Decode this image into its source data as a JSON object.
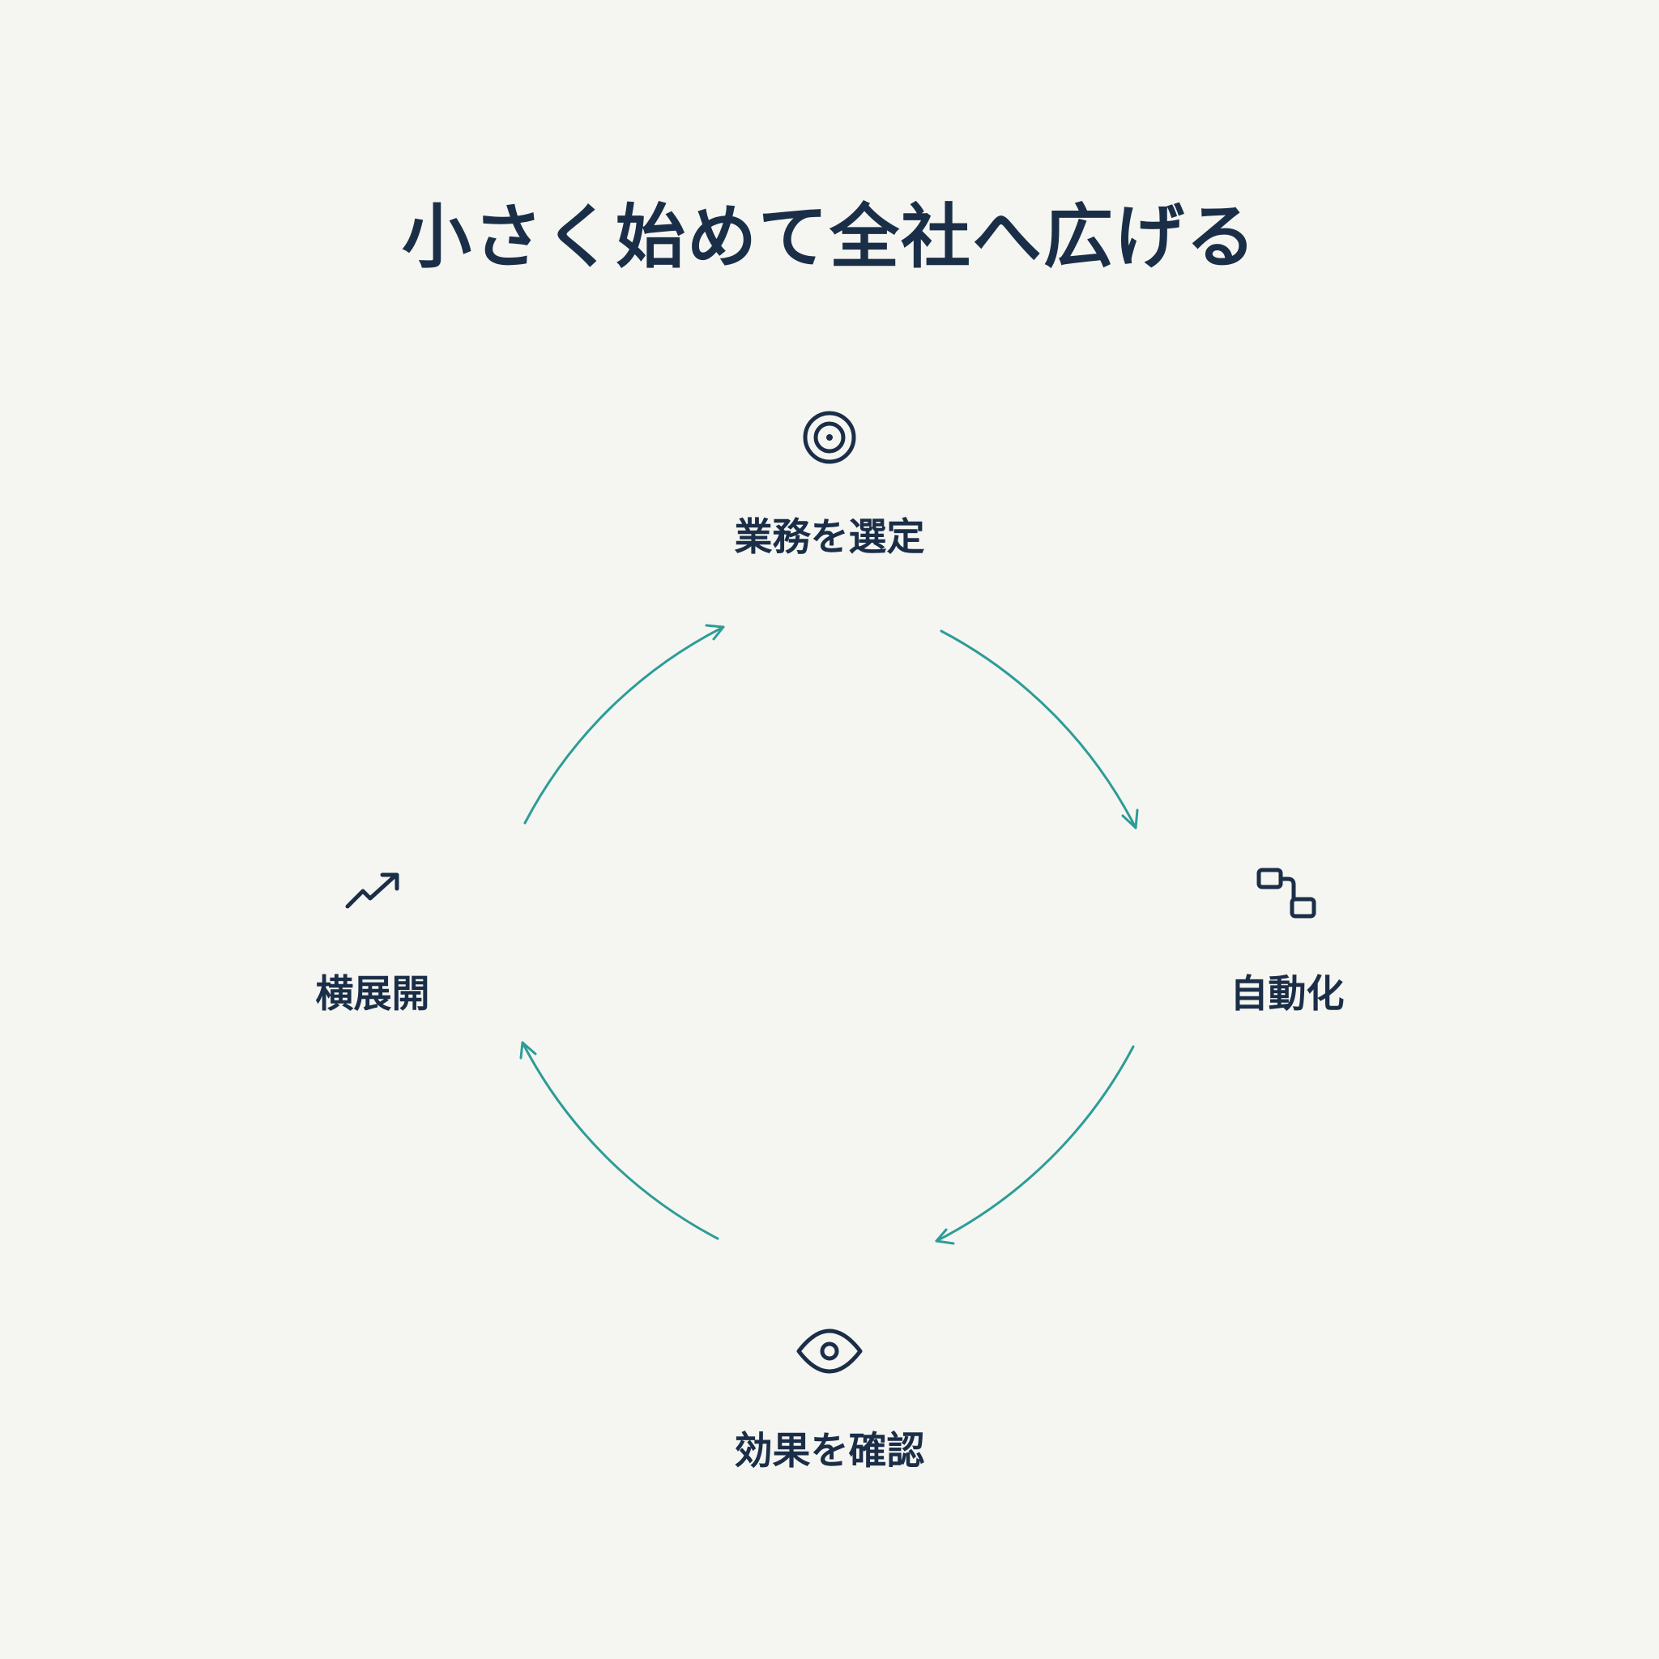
{
  "title": "小さく始めて全社へ広げる",
  "steps": [
    {
      "label": "業務を選定",
      "icon": "target-icon"
    },
    {
      "label": "自動化",
      "icon": "workflow-icon"
    },
    {
      "label": "効果を確認",
      "icon": "eye-icon"
    },
    {
      "label": "横展開",
      "icon": "trending-up-icon"
    }
  ],
  "colors": {
    "background": "#f5f6f1",
    "text": "#1b2e48",
    "arrow": "#2e9c98"
  }
}
